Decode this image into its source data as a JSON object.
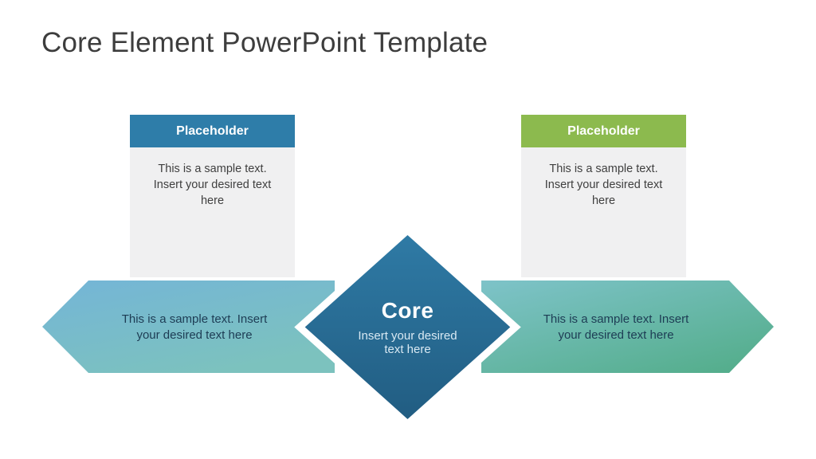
{
  "title": "Core Element PowerPoint Template",
  "cards": [
    {
      "header": "Placeholder",
      "header_color": "#2e7da9",
      "body_lines": [
        "This is a sample text.",
        "Insert your desired text",
        "here"
      ]
    },
    {
      "header": "Placeholder",
      "header_color": "#8cba4e",
      "body_lines": [
        "This is a sample text.",
        "Insert your desired text",
        "here"
      ]
    }
  ],
  "arrows": {
    "left": {
      "lines": [
        "This is a sample text. Insert",
        "your desired text here"
      ]
    },
    "right": {
      "lines": [
        "This is a sample text. Insert",
        "your desired text here"
      ]
    }
  },
  "core": {
    "label": "Core",
    "subtext_lines": [
      "Insert your desired",
      "text here"
    ]
  },
  "colors": {
    "title_text": "#3d3d3d",
    "blue_header": "#2e7da9",
    "green_header": "#8cba4e",
    "card_body_bg": "#f0f0f1",
    "arrow_left_start": "#74b5d7",
    "arrow_left_end": "#7cc2be",
    "arrow_right_start": "#7ec3c9",
    "arrow_right_end": "#55ae8d",
    "diamond_top": "#2f7ba6",
    "diamond_bottom": "#215c81",
    "diamond_border": "#ffffff",
    "band_text": "#1d3c54"
  }
}
